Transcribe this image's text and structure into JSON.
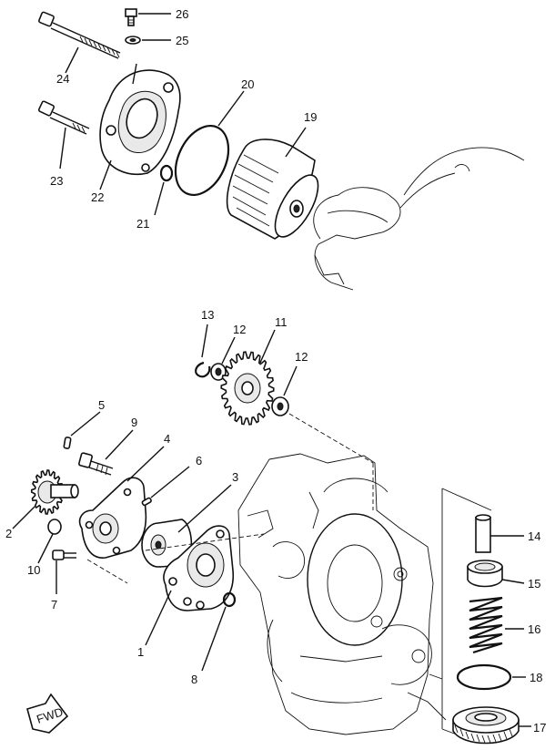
{
  "callouts": [
    {
      "id": "c26",
      "label": "26"
    },
    {
      "id": "c25",
      "label": "25"
    },
    {
      "id": "c24",
      "label": "24"
    },
    {
      "id": "c20",
      "label": "20"
    },
    {
      "id": "c19",
      "label": "19"
    },
    {
      "id": "c23",
      "label": "23"
    },
    {
      "id": "c22",
      "label": "22"
    },
    {
      "id": "c21",
      "label": "21"
    },
    {
      "id": "c13",
      "label": "13"
    },
    {
      "id": "c12a",
      "label": "12"
    },
    {
      "id": "c11",
      "label": "11"
    },
    {
      "id": "c12b",
      "label": "12"
    },
    {
      "id": "c5",
      "label": "5"
    },
    {
      "id": "c9",
      "label": "9"
    },
    {
      "id": "c4",
      "label": "4"
    },
    {
      "id": "c6",
      "label": "6"
    },
    {
      "id": "c3",
      "label": "3"
    },
    {
      "id": "c2",
      "label": "2"
    },
    {
      "id": "c10",
      "label": "10"
    },
    {
      "id": "c7",
      "label": "7"
    },
    {
      "id": "c1",
      "label": "1"
    },
    {
      "id": "c8",
      "label": "8"
    },
    {
      "id": "c14",
      "label": "14"
    },
    {
      "id": "c15",
      "label": "15"
    },
    {
      "id": "c16",
      "label": "16"
    },
    {
      "id": "c18",
      "label": "18"
    },
    {
      "id": "c17",
      "label": "17"
    }
  ],
  "fwd_badge": "FWD"
}
